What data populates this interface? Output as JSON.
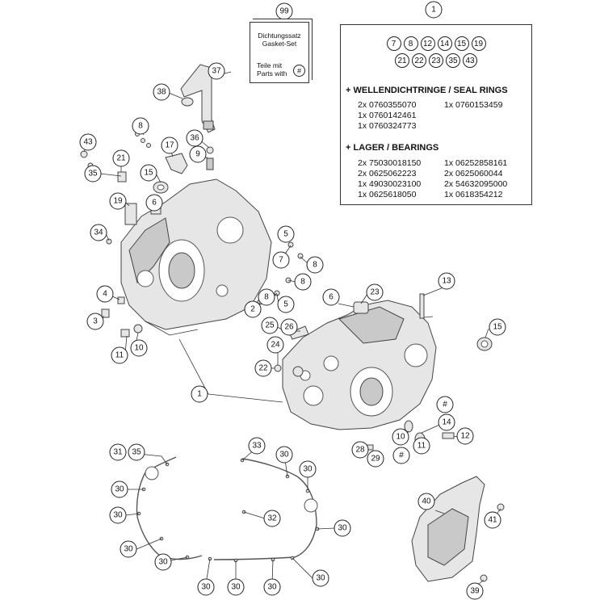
{
  "callouts": {
    "c99": "99",
    "c1_top": "1",
    "c37": "37",
    "c38": "38",
    "c8_a": "8",
    "c36": "36",
    "c43": "43",
    "c21": "21",
    "c17": "17",
    "c9": "9",
    "c35_a": "35",
    "c15_a": "15",
    "c6_a": "6",
    "c19": "19",
    "c34": "34",
    "c5_a": "5",
    "c7": "7",
    "c8_b": "8",
    "c8_c": "8",
    "c4": "4",
    "c3": "3",
    "c2": "2",
    "c8_d": "8",
    "c5_b": "5",
    "c6_b": "6",
    "c23": "23",
    "c13": "13",
    "c11_a": "11",
    "c10_a": "10",
    "c25": "25",
    "c26": "26",
    "c15_b": "15",
    "c24": "24",
    "c22": "22",
    "c1_mid": "1",
    "c_hash_a": "#",
    "c14": "14",
    "c12": "12",
    "c10_b": "10",
    "c11_b": "11",
    "c28": "28",
    "c29": "29",
    "c_hash_b": "#",
    "c31": "31",
    "c35_b": "35",
    "c33": "33",
    "c30_a": "30",
    "c30_b": "30",
    "c30_c": "30",
    "c30_d": "30",
    "c30_e": "30",
    "c30_f": "30",
    "c30_g": "30",
    "c30_h": "30",
    "c30_i": "30",
    "c30_j": "30",
    "c30_k": "30",
    "c32": "32",
    "c40": "40",
    "c41": "41",
    "c39": "39"
  },
  "gasket_box": {
    "line1": "Dichtungssatz",
    "line2": "Gasket-Set",
    "line3": "Teile mit",
    "line4": "Parts with",
    "symbol": "#"
  },
  "info_box": {
    "row1": [
      "7",
      "8",
      "12",
      "14",
      "15",
      "19"
    ],
    "row2": [
      "21",
      "22",
      "23",
      "35",
      "43"
    ],
    "seal_heading": "+ WELLENDICHTRINGE / SEAL RINGS",
    "seals": {
      "s1": "2x 0760355070",
      "s2": "1x 0760142461",
      "s3": "1x 0760324773",
      "s4": "1x 0760153459"
    },
    "bearing_heading": "+ LAGER / BEARINGS",
    "bearings": {
      "b1": "2x 75030018150",
      "b2": "2x 0625062223",
      "b3": "1x 49030023100",
      "b4": "1x 0625618050",
      "b5": "1x 06252858161",
      "b6": "2x 0625060044",
      "b7": "2x 54632095000",
      "b8": "1x 0618354212"
    }
  }
}
